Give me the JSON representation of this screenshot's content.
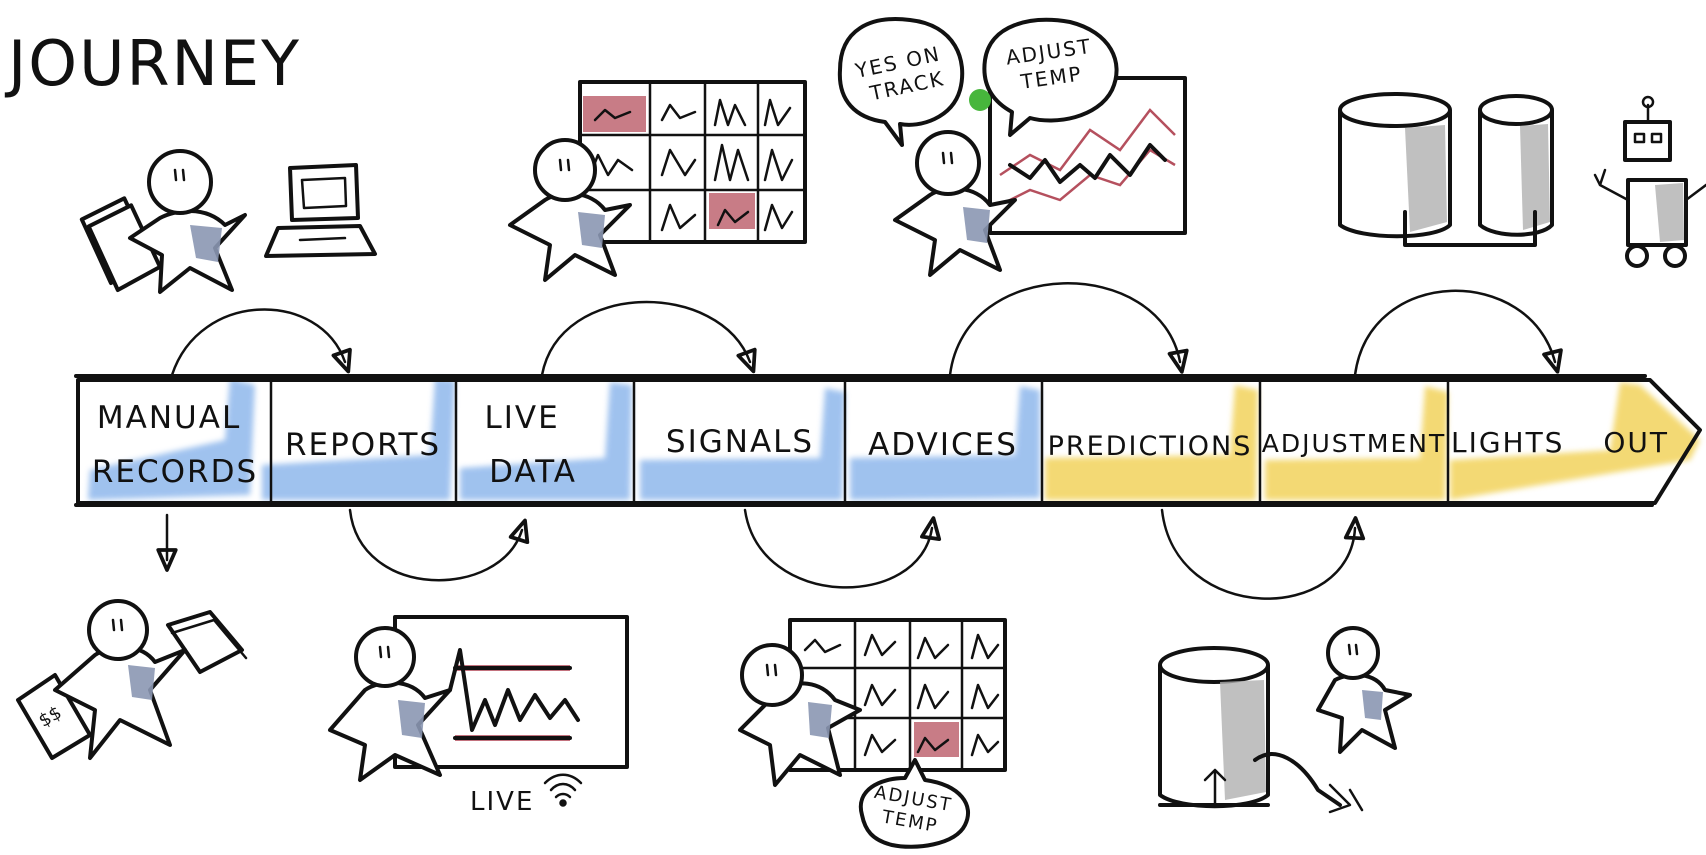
{
  "title": "JOURNEY",
  "stages": [
    {
      "lines": [
        "MANUAL",
        "RECORDS"
      ],
      "wash": "blue"
    },
    {
      "lines": [
        "REPORTS"
      ],
      "wash": "blue"
    },
    {
      "lines": [
        "LIVE",
        "DATA"
      ],
      "wash": "blue"
    },
    {
      "lines": [
        "SIGNALS"
      ],
      "wash": "blue"
    },
    {
      "lines": [
        "ADVICES"
      ],
      "wash": "blue"
    },
    {
      "lines": [
        "PREDICTIONS"
      ],
      "wash": "yellow"
    },
    {
      "lines": [
        "ADJUSTMENT"
      ],
      "wash": "yellow"
    },
    {
      "lines": [
        "LIGHTS",
        "OUT"
      ],
      "wash": "yellow"
    }
  ],
  "bubbles": {
    "on_track": [
      "YES ON",
      "TRACK"
    ],
    "adjust_temp_top": [
      "ADJUST",
      "TEMP"
    ],
    "adjust_temp_bottom": [
      "ADJUST",
      "TEMP"
    ]
  },
  "live_caption": "LIVE",
  "invoice_text": "$$",
  "colors": {
    "blue_wash": "#8fb8ec",
    "yellow_wash": "#f2d35c",
    "shirt": "#8b97b3",
    "alert_red": "#b5505e",
    "ok_green": "#47b63c",
    "tank_shade": "#b0b0b0"
  },
  "icons": [
    "person-papers-icon",
    "laptop-icon",
    "dashboard-grid-icon",
    "trend-chart-icon",
    "tanks-icon",
    "robot-icon",
    "invoice-icon",
    "live-chart-icon",
    "wifi-icon",
    "tank-valve-icon"
  ]
}
